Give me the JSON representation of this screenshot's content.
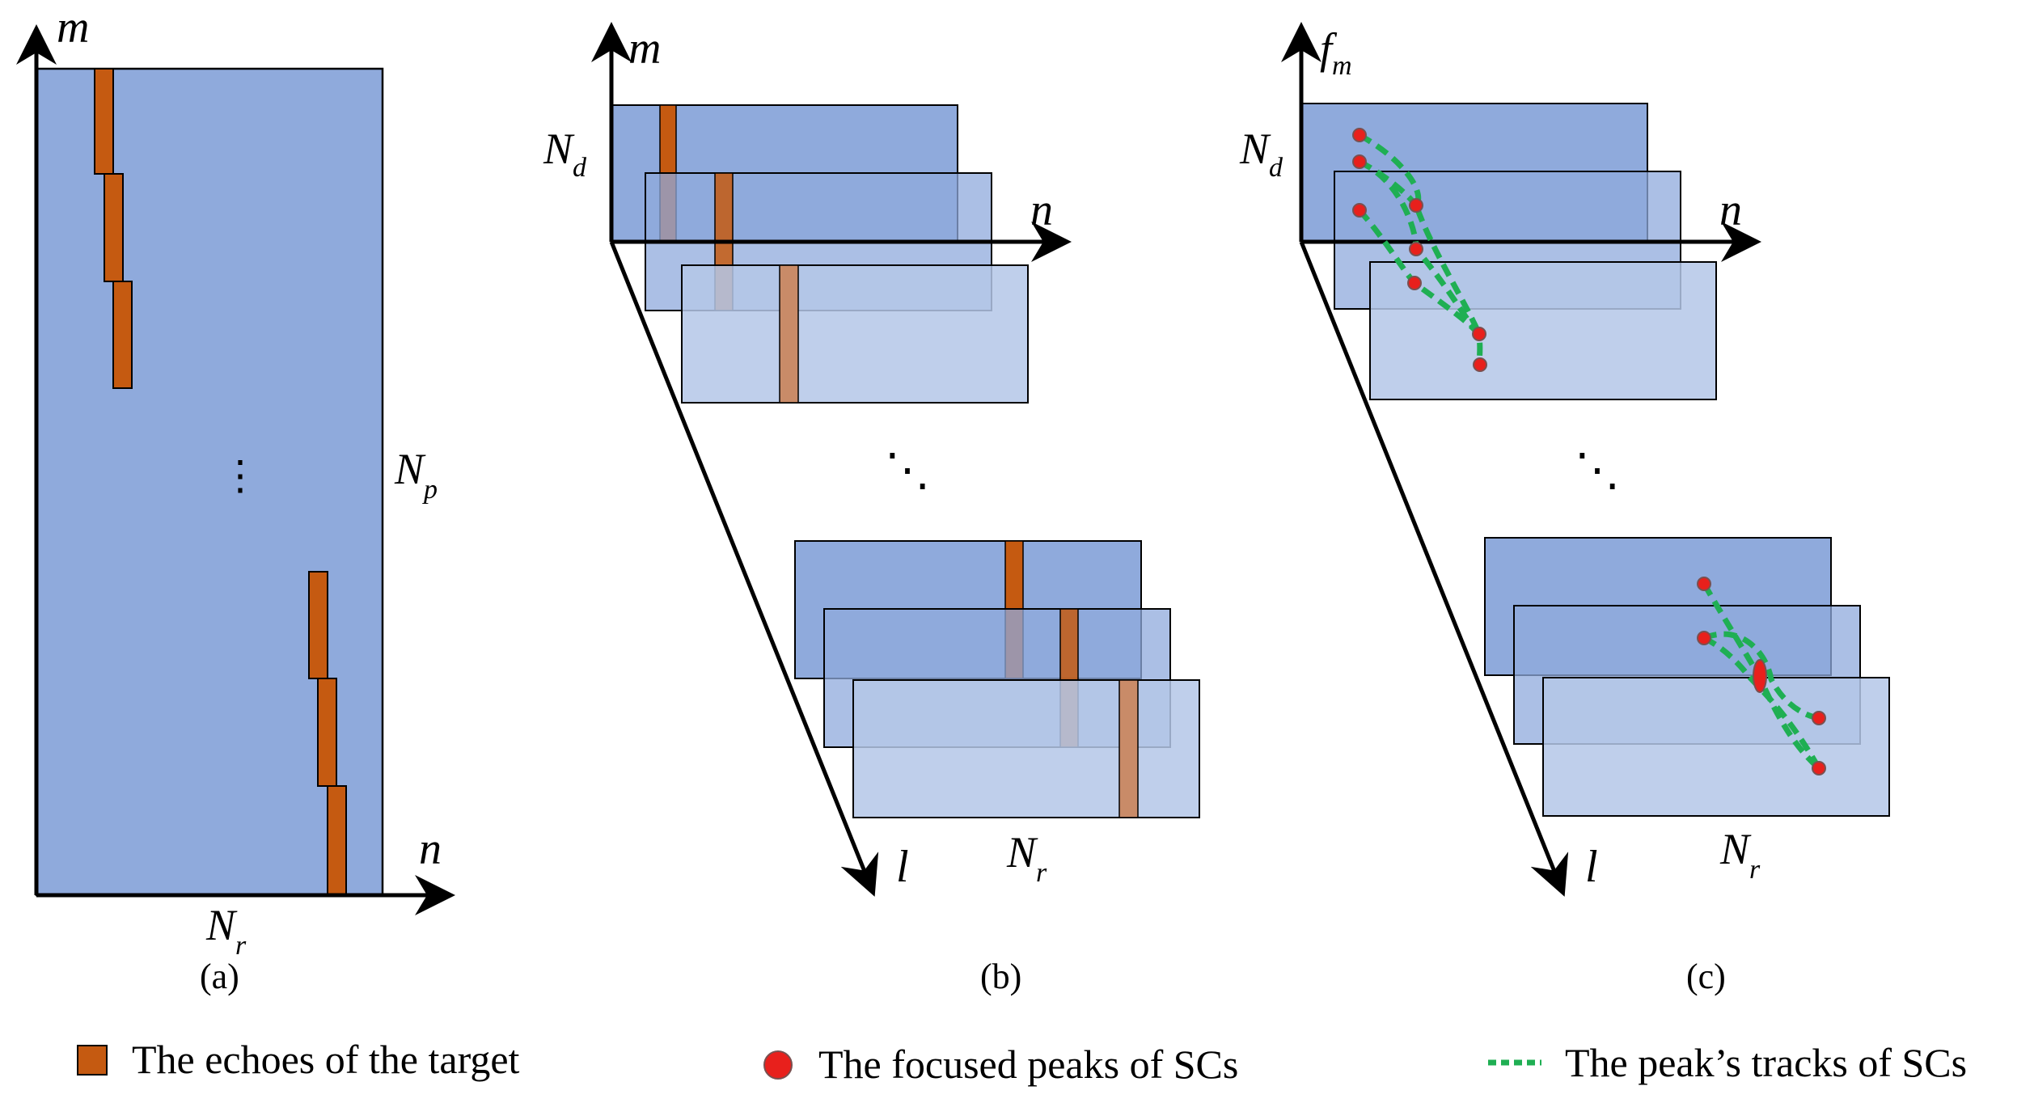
{
  "panels": {
    "a": {
      "caption": "(a)",
      "axis_y": "m",
      "axis_x": "n",
      "width_label": {
        "base": "N",
        "sub": "r"
      },
      "height_label": {
        "base": "N",
        "sub": "p"
      },
      "ellipsis": "⋮"
    },
    "b": {
      "caption": "(b)",
      "axis_y": "m",
      "axis_x": "n",
      "axis_z": "l",
      "depth_label": {
        "base": "N",
        "sub": "d"
      },
      "width_label": {
        "base": "N",
        "sub": "r"
      },
      "ellipsis": "⋱"
    },
    "c": {
      "caption": "(c)",
      "axis_y": {
        "base": "f",
        "sub": "m"
      },
      "axis_x": "n",
      "axis_z": "l",
      "depth_label": {
        "base": "N",
        "sub": "d"
      },
      "width_label": {
        "base": "N",
        "sub": "r"
      },
      "ellipsis": "⋱"
    }
  },
  "legend": {
    "echoes": "The echoes of the target",
    "peaks": "The focused peaks of SCs",
    "tracks": "The peak’s tracks of SCs"
  },
  "colors": {
    "plane": "#8FAADC",
    "plane_back": "#B4C7E7",
    "echo": "#C55A11",
    "peak": "#E8201C",
    "track": "#1FAF53",
    "axis": "#000000"
  }
}
